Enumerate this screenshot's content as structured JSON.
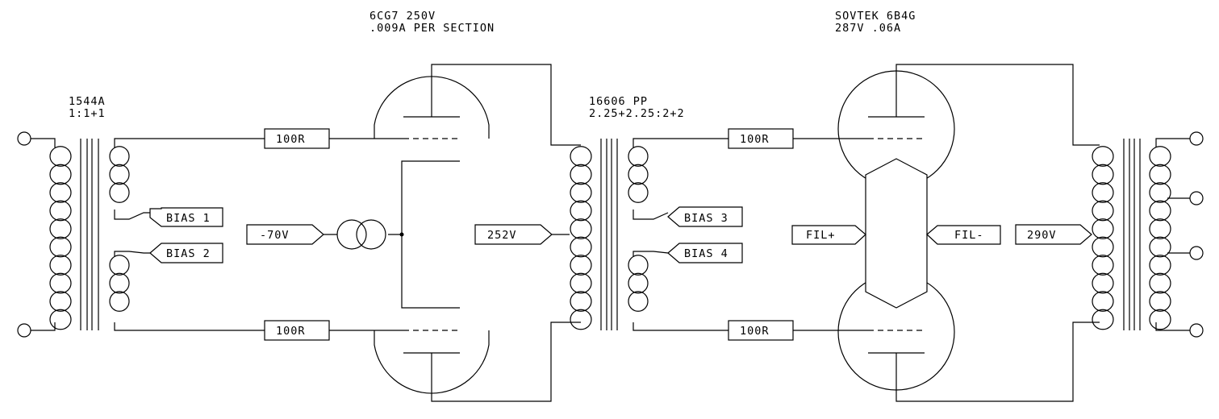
{
  "annotations": {
    "input_xfmr_model": "1544A",
    "input_xfmr_ratio": "1:1+1",
    "driver_tube_line1": "6CG7 250V",
    "driver_tube_line2": ".009A PER SECTION",
    "interstage_model": "16606 PP",
    "interstage_ratio": "2.25+2.25:2+2",
    "output_tube_line1": "SOVTEK 6B4G",
    "output_tube_line2": "287V .06A"
  },
  "components": {
    "grid_resistor_driver_top": "100R",
    "grid_resistor_driver_bottom": "100R",
    "grid_resistor_output_top": "100R",
    "grid_resistor_output_bottom": "100R"
  },
  "ports": {
    "bias1": "BIAS 1",
    "bias2": "BIAS 2",
    "bias3": "BIAS 3",
    "bias4": "BIAS 4",
    "neg_supply": "-70V",
    "driver_b_plus": "252V",
    "fil_plus": "FIL+",
    "fil_minus": "FIL-",
    "output_b_plus": "290V"
  }
}
